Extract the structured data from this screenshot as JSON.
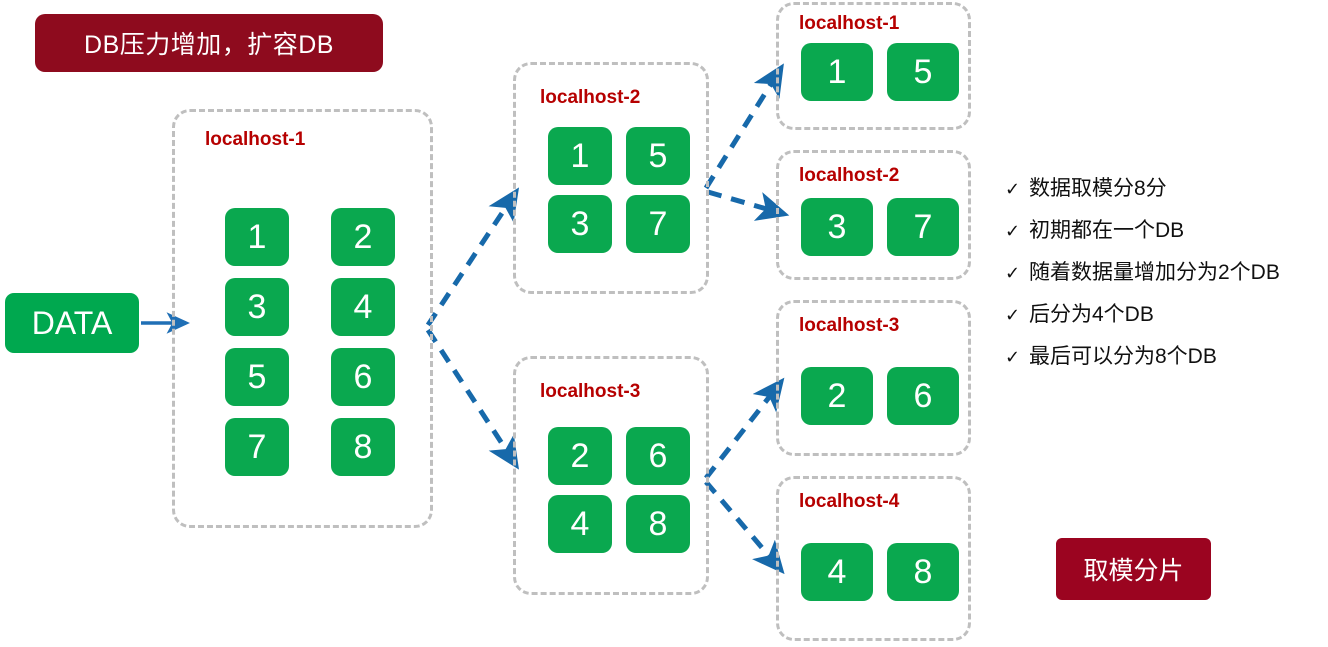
{
  "diagram": {
    "title_banner": "DB压力增加，扩容DB",
    "footer_badge": "取模分片",
    "source_label": "DATA",
    "colors": {
      "tile_green": "#0aa84f",
      "banner_red": "#8e0b1e",
      "badge_red": "#9b0420",
      "host_label_red": "#b60000",
      "arrow_blue": "#1769aa",
      "container_border": "#bfbfbf"
    },
    "stages": {
      "stage1": {
        "hosts": [
          {
            "id": "host-a",
            "label": "localhost-1",
            "tiles": [
              "1",
              "2",
              "3",
              "4",
              "5",
              "6",
              "7",
              "8"
            ]
          }
        ]
      },
      "stage2": {
        "hosts": [
          {
            "id": "host-b",
            "label": "localhost-2",
            "tiles": [
              "1",
              "5",
              "3",
              "7"
            ]
          },
          {
            "id": "host-c",
            "label": "localhost-3",
            "tiles": [
              "2",
              "6",
              "4",
              "8"
            ]
          }
        ]
      },
      "stage3": {
        "hosts": [
          {
            "id": "host-d",
            "label": "localhost-1",
            "tiles": [
              "1",
              "5"
            ]
          },
          {
            "id": "host-e",
            "label": "localhost-2",
            "tiles": [
              "3",
              "7"
            ]
          },
          {
            "id": "host-f",
            "label": "localhost-3",
            "tiles": [
              "2",
              "6"
            ]
          },
          {
            "id": "host-g",
            "label": "localhost-4",
            "tiles": [
              "4",
              "8"
            ]
          }
        ]
      }
    },
    "bullets": {
      "check_glyph": "✓",
      "items": [
        "数据取模分8分",
        "初期都在一个DB",
        "随着数据量增加分为2个DB",
        "后分为4个DB",
        "最后可以分为8个DB"
      ]
    }
  }
}
